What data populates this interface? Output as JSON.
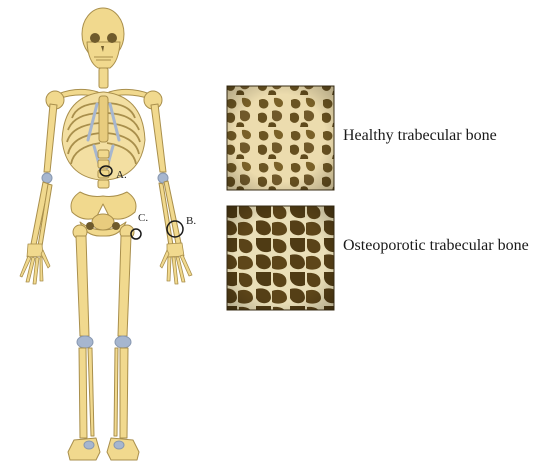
{
  "markers": {
    "a": "A.",
    "b": "B.",
    "c": "C."
  },
  "panels": {
    "healthy": "Healthy trabecular bone",
    "osteoporotic": "Osteoporotic trabecular bone"
  },
  "colors": {
    "bone": "#f1d98e",
    "bone_stroke": "#a98f4c",
    "cartilage": "#a6b6cf",
    "trabecula": "#efe4bf",
    "cavity_healthy": "#6a5422",
    "cavity_osteoporotic": "#5a4318",
    "marker_circle": "#1a1a1a"
  }
}
